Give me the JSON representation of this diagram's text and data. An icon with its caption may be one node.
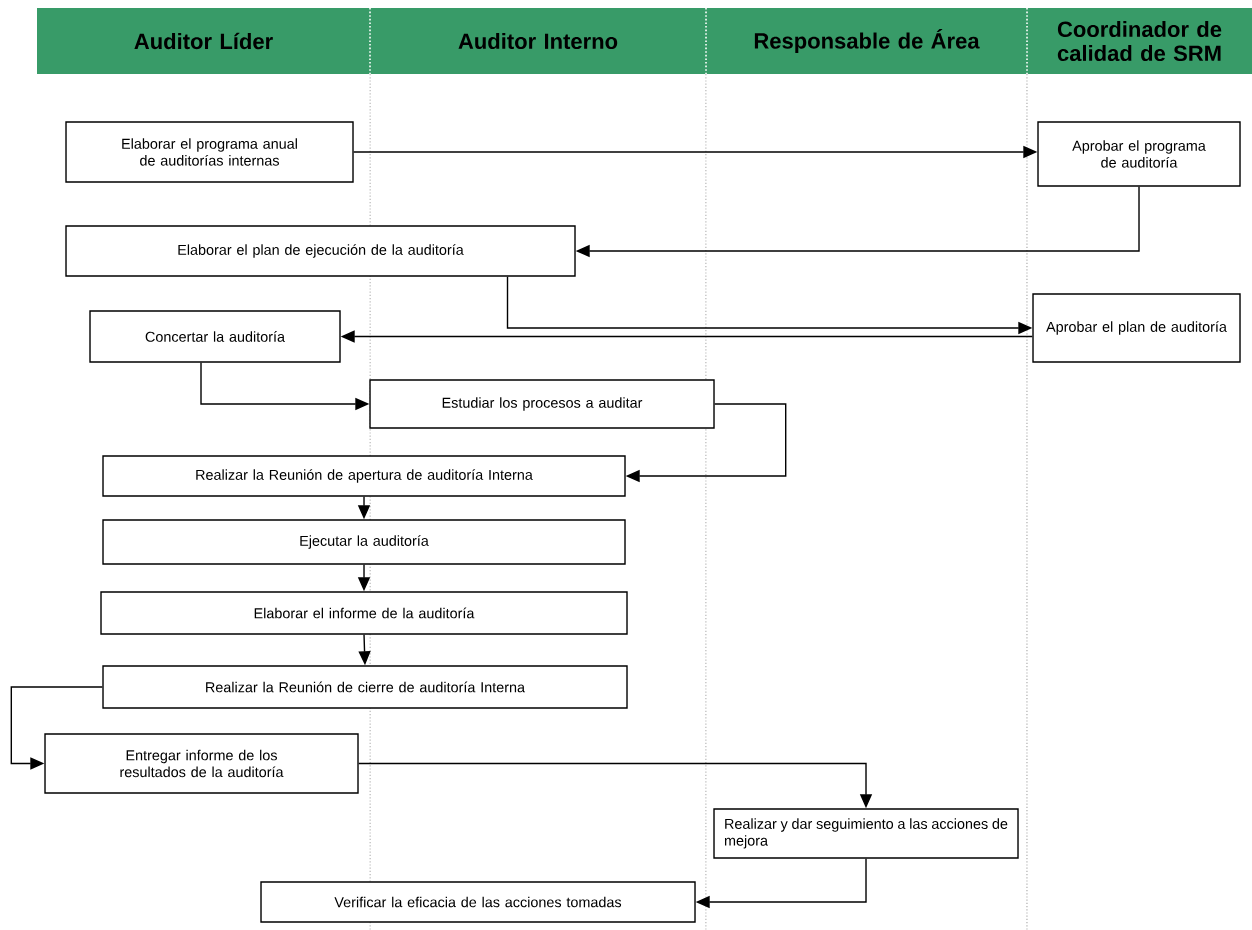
{
  "diagram": {
    "nodes": [
      {
        "text": [
          "Auditor Líder"
        ]
      },
      {
        "text": [
          "Auditor Interno"
        ]
      },
      {
        "text": [
          "Responsable de Área"
        ]
      },
      {
        "text": [
          "Coordinador de calidad de SRM"
        ]
      },
      {
        "text": [
          "Elaborar el programa anual de auditorías internas"
        ]
      },
      {
        "text": [
          "Aprobar el programa de auditoría"
        ]
      },
      {
        "text": [
          "Elaborar el plan de ejecución de la auditoría"
        ]
      },
      {
        "text": [
          "Concertar la auditoría"
        ]
      },
      {
        "text": [
          "Aprobar el plan de auditoría"
        ]
      },
      {
        "text": [
          "Estudiar los procesos a auditar"
        ]
      },
      {
        "text": [
          "Realizar la Reunión de apertura de auditoría Interna"
        ]
      },
      {
        "text": [
          "Ejecutar la auditoría"
        ]
      },
      {
        "text": [
          "Elaborar el informe de la auditoría"
        ]
      },
      {
        "text": [
          "Realizar la Reunión de cierre de auditoría Interna"
        ]
      },
      {
        "text": [
          "Entregar informe de los resultados de la auditoría"
        ]
      },
      {
        "text": [
          "Realizar y dar seguimiento a las acciones de mejora"
        ]
      },
      {
        "text": [
          "Verificar la eficacia de las acciones tomadas"
        ]
      }
    ],
    "edges": [
      {
        "from": 4,
        "to": 5,
        "arrow": "to"
      },
      {
        "from": 5,
        "to": 6,
        "arrow": "to"
      },
      {
        "from": 6,
        "to": 8,
        "arrow": "to"
      },
      {
        "from": 8,
        "to": 7,
        "arrow": "to"
      },
      {
        "from": 7,
        "to": 9,
        "arrow": "to"
      },
      {
        "from": 9,
        "to": 10,
        "arrow": "to"
      },
      {
        "from": 10,
        "to": 11,
        "arrow": "to"
      },
      {
        "from": 11,
        "to": 12,
        "arrow": "to"
      },
      {
        "from": 12,
        "to": 13,
        "arrow": "to"
      },
      {
        "from": 13,
        "to": 14,
        "arrow": "to"
      },
      {
        "from": 14,
        "to": 15,
        "arrow": "to"
      },
      {
        "from": 15,
        "to": 16,
        "arrow": "to"
      }
    ]
  }
}
